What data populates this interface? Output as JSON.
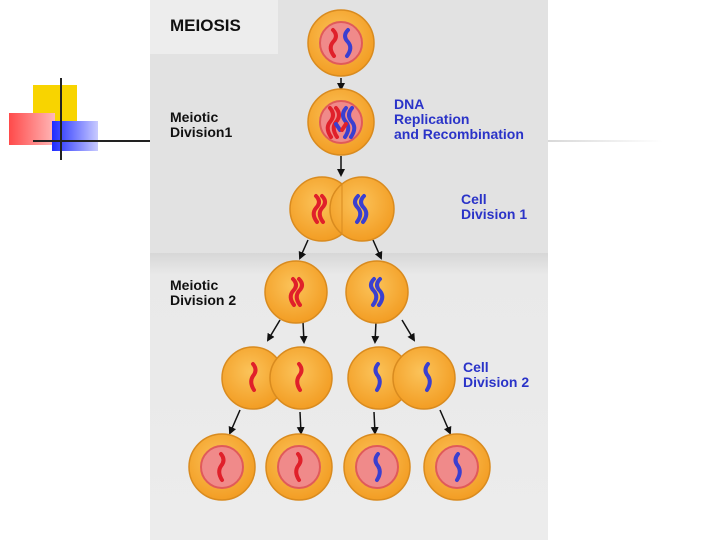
{
  "title": "MEIOSIS",
  "labels": {
    "meiotic_division_1": [
      "Meiotic",
      "Division1"
    ],
    "meiotic_division_2": [
      "Meiotic",
      "Division 2"
    ],
    "dna_replication": [
      "DNA",
      "Replication",
      "and Recombination"
    ],
    "cell_division_1": [
      "Cell",
      "Division 1"
    ],
    "cell_division_2": [
      "Cell",
      "Division 2"
    ]
  },
  "colors": {
    "cell_fill": "#f7a92e",
    "cell_stroke": "#d98b1f",
    "nucleus": "#f08a8a",
    "paternal_chromosome": "#e0202a",
    "maternal_chromosome": "#3a3fd0",
    "label_blue": "#2a33c8",
    "panel": "#e2e2e2"
  }
}
